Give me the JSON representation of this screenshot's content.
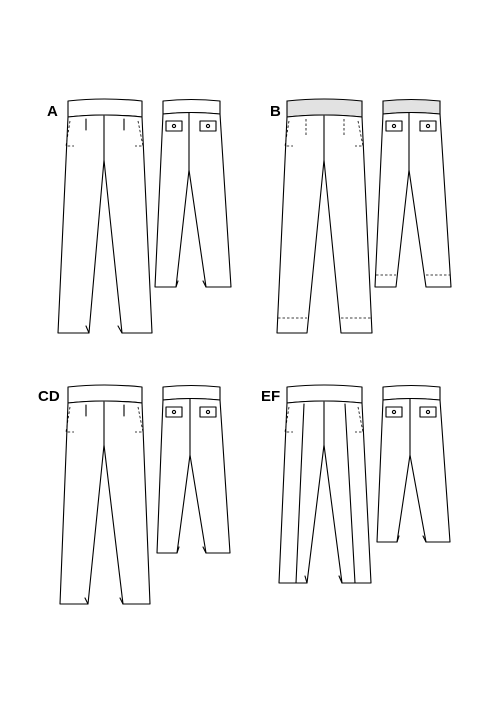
{
  "variants": [
    {
      "id": "A",
      "label": "A",
      "waistband_shaded": false,
      "hem_stitched": false,
      "front_seam": false
    },
    {
      "id": "B",
      "label": "B",
      "waistband_shaded": true,
      "hem_stitched": true,
      "front_seam": false
    },
    {
      "id": "CD",
      "label": "CD",
      "waistband_shaded": false,
      "hem_stitched": false,
      "front_seam": false
    },
    {
      "id": "EF",
      "label": "EF",
      "waistband_shaded": false,
      "hem_stitched": false,
      "front_seam": true
    }
  ],
  "colors": {
    "line": "#000000",
    "fill": "#ffffff",
    "waistband_shade": "#e2e2e2"
  }
}
